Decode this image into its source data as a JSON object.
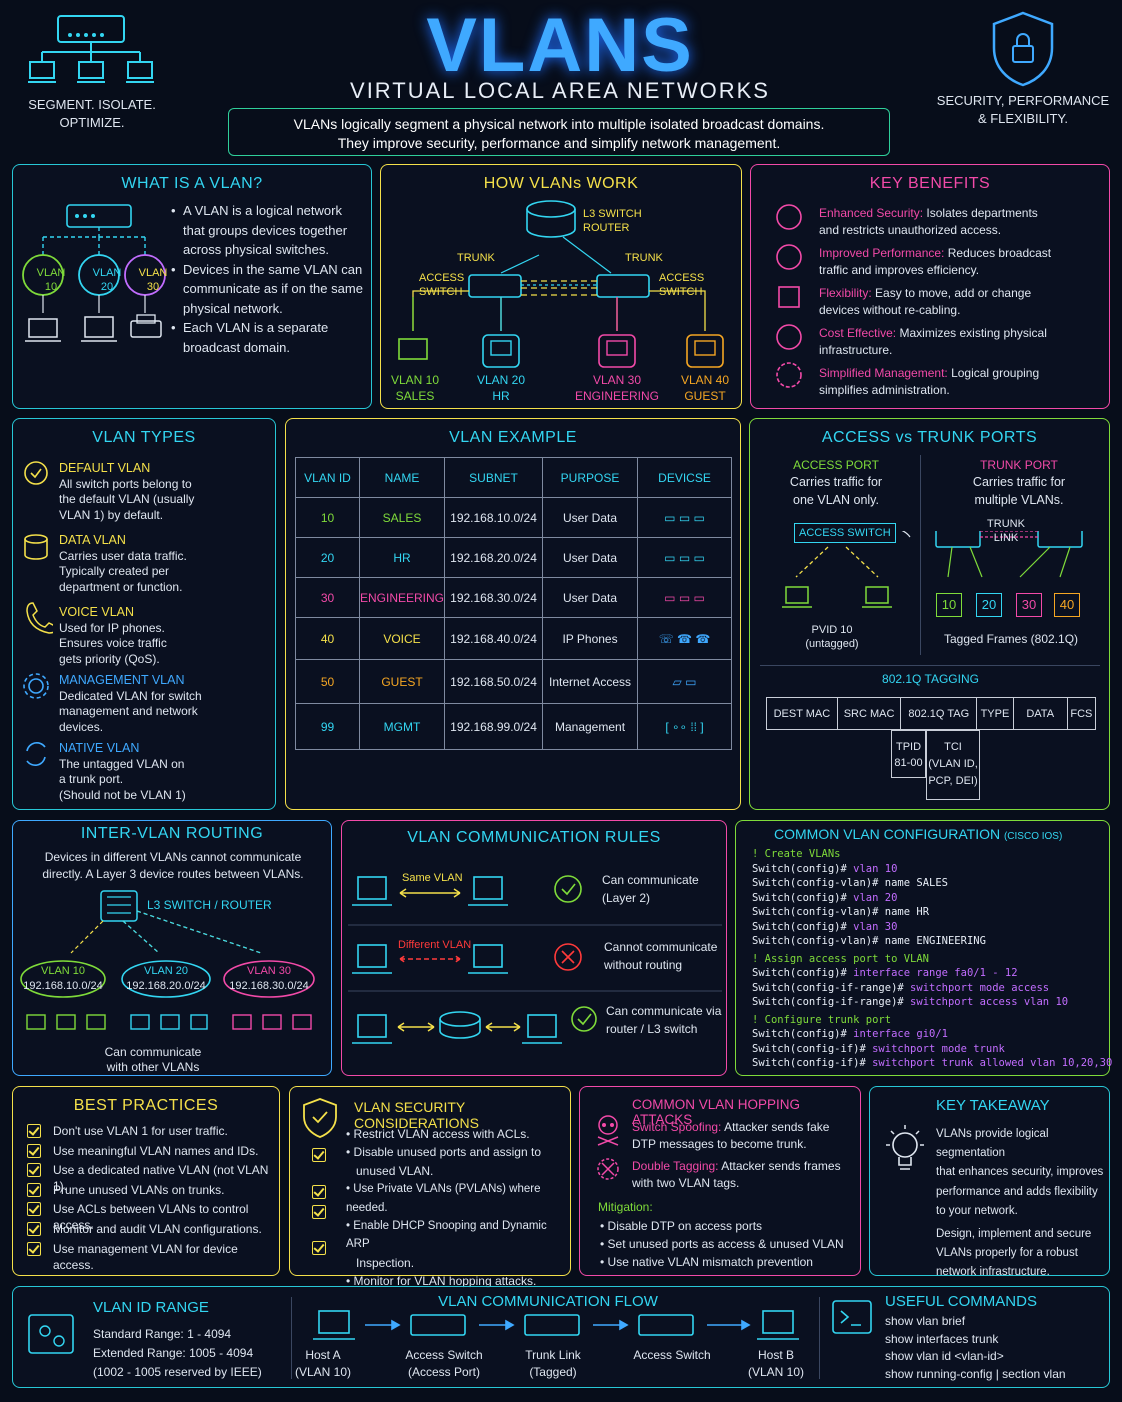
{
  "header": {
    "title": "VLANS",
    "subtitle": "VIRTUAL LOCAL AREA NETWORKS",
    "intro_line1": "VLANs logically segment a physical network into multiple isolated broadcast domains.",
    "intro_line2": "They improve security, performance and simplify network management.",
    "left_tag_line1": "SEGMENT. ISOLATE.",
    "left_tag_line2": "OPTIMIZE.",
    "right_tag_line1": "SECURITY, PERFORMANCE",
    "right_tag_line2": "& FLEXIBILITY."
  },
  "what": {
    "title": "WHAT IS A VLAN?",
    "vlans": [
      {
        "label": "VLAN",
        "num": "10"
      },
      {
        "label": "VLAN",
        "num": "20"
      },
      {
        "label": "VLAN",
        "num": "30"
      }
    ],
    "bullets": [
      "A VLAN is a logical network that groups devices together across physical switches.",
      "Devices in the same VLAN can communicate as if on the same physical network.",
      "Each VLAN is a separate broadcast domain."
    ]
  },
  "how": {
    "title": "HOW VLANs WORK",
    "router_line1": "L3 SWITCH",
    "router_line2": "ROUTER",
    "trunk": "TRUNK",
    "access_line1": "ACCESS",
    "access_line2": "SWITCH",
    "vlans": [
      {
        "a": "VLAN 10",
        "b": "SALES"
      },
      {
        "a": "VLAN 20",
        "b": "HR"
      },
      {
        "a": "VLAN 30",
        "b": "ENGINEERING"
      },
      {
        "a": "VLAN 40",
        "b": "GUEST"
      }
    ]
  },
  "benefits": {
    "title": "KEY BENEFITS",
    "items": [
      {
        "head": "Enhanced Security:",
        "l1": " Isolates departments",
        "l2": "and restricts unauthorized access."
      },
      {
        "head": "Improved Performance:",
        "l1": " Reduces broadcast",
        "l2": "traffic and improves efficiency."
      },
      {
        "head": "Flexibility:",
        "l1": " Easy to move, add or change",
        "l2": "devices without re-cabling."
      },
      {
        "head": "Cost Effective:",
        "l1": " Maximizes existing physical",
        "l2": "infrastructure."
      },
      {
        "head": "Simplified Management:",
        "l1": " Logical grouping",
        "l2": "simplifies administration."
      }
    ]
  },
  "types": {
    "title": "VLAN TYPES",
    "items": [
      {
        "name": "DEFAULT VLAN",
        "lines": [
          "All switch ports belong to",
          "the default VLAN (usually",
          "VLAN 1) by default."
        ]
      },
      {
        "name": "DATA VLAN",
        "lines": [
          "Carries user data traffic.",
          "Typically created per",
          "department or function."
        ]
      },
      {
        "name": "VOICE VLAN",
        "lines": [
          "Used for IP phones.",
          "Ensures voice traffic",
          "gets priority (QoS)."
        ]
      },
      {
        "name": "MANAGEMENT VLAN",
        "lines": [
          "Dedicated VLAN for switch",
          "management and network",
          "devices."
        ]
      },
      {
        "name": "NATIVE VLAN",
        "lines": [
          "The untagged VLAN on",
          "a trunk port.",
          "(Should not be VLAN 1)"
        ]
      }
    ]
  },
  "example": {
    "title": "VLAN EXAMPLE",
    "headers": [
      "VLAN ID",
      "NAME",
      "SUBNET",
      "PURPOSE",
      "DEVICSE"
    ],
    "rows": [
      {
        "id": "10",
        "name": "SALES",
        "subnet": "192.168.10.0/24",
        "purpose": "User Data"
      },
      {
        "id": "20",
        "name": "HR",
        "subnet": "192.168.20.0/24",
        "purpose": "User Data"
      },
      {
        "id": "30",
        "name": "ENGINEERING",
        "subnet": "192.168.30.0/24",
        "purpose": "User Data"
      },
      {
        "id": "40",
        "name": "VOICE",
        "subnet": "192.168.40.0/24",
        "purpose": "IP Phones"
      },
      {
        "id": "50",
        "name": "GUEST",
        "subnet": "192.168.50.0/24",
        "purpose": "Internet Access"
      },
      {
        "id": "99",
        "name": "MGMT",
        "subnet": "192.168.99.0/24",
        "purpose": "Management"
      }
    ]
  },
  "ports": {
    "title": "ACCESS vs TRUNK PORTS",
    "access_title": "ACCESS PORT",
    "access_l1": "Carries traffic for",
    "access_l2": "one VLAN only.",
    "trunk_title": "TRUNK PORT",
    "trunk_l1": "Carries traffic for",
    "trunk_l2": "multiple VLANs.",
    "access_switch": "ACCESS SWITCH",
    "trunk_link_l1": "TRUNK",
    "trunk_link_l2": "LINK",
    "pvid_l1": "PVID 10",
    "pvid_l2": "(untagged)",
    "tags": [
      "10",
      "20",
      "30",
      "40"
    ],
    "tagged": "Tagged Frames (802.1Q)",
    "tagging_title": "802.1Q TAGGING",
    "fields": [
      "DEST MAC",
      "SRC MAC",
      "802.1Q TAG",
      "TYPE",
      "DATA",
      "FCS"
    ],
    "tpid_l1": "TPID",
    "tpid_l2": "81-00",
    "tci_l1": "TCI",
    "tci_l2": "(VLAN ID,",
    "tci_l3": "PCP, DEI)"
  },
  "inter": {
    "title": "INTER-VLAN ROUTING",
    "desc1": "Devices in different VLANs cannot communicate",
    "desc2": "directly. A Layer 3 device routes between VLANs.",
    "router": "L3 SWITCH / ROUTER",
    "vlans": [
      {
        "a": "VLAN 10",
        "b": "192.168.10.0/24"
      },
      {
        "a": "VLAN 20",
        "b": "192.168.20.0/24"
      },
      {
        "a": "VLAN 30",
        "b": "192.168.30.0/24"
      }
    ],
    "foot1": "Can communicate",
    "foot2": "with other VLANs"
  },
  "rules": {
    "title": "VLAN COMMUNICATION RULES",
    "same": "Same VLAN",
    "r1a": "Can communicate",
    "r1b": "(Layer 2)",
    "diff": "Different VLAN",
    "r2a": "Cannot communicate",
    "r2b": "without routing",
    "r3a": "Can communicate via",
    "r3b": "router / L3 switch"
  },
  "config": {
    "title": "COMMON VLAN CONFIGURATION",
    "title_suffix": "(CISCO IOS)",
    "lines": [
      {
        "c": "! Create VLANs",
        "p": "",
        "k": ""
      },
      {
        "c": "",
        "p": "Switch(config)# ",
        "k": "vlan 10"
      },
      {
        "c": "",
        "p": "Switch(config-vlan)# ",
        "k": "name SALES"
      },
      {
        "c": "",
        "p": "Switch(config)# ",
        "k": "vlan 20"
      },
      {
        "c": "",
        "p": "Switch(config-vlan)# ",
        "k": "name HR"
      },
      {
        "c": "",
        "p": "Switch(config)# ",
        "k": "vlan 30"
      },
      {
        "c": "",
        "p": "Switch(config-vlan)# ",
        "k": "name ENGINEERING"
      },
      {
        "c": "! Assign access port to VLAN",
        "p": "",
        "k": ""
      },
      {
        "c": "",
        "p": "Switch(config)# ",
        "k": "interface range fa0/1 - 12"
      },
      {
        "c": "",
        "p": "Switch(config-if-range)# ",
        "k": "switchport mode access"
      },
      {
        "c": "",
        "p": "Switch(config-if-range)# ",
        "k": "switchport access vlan 10"
      },
      {
        "c": "! Configure trunk port",
        "p": "",
        "k": ""
      },
      {
        "c": "",
        "p": "Switch(config)# ",
        "k": "interface gi0/1"
      },
      {
        "c": "",
        "p": "Switch(config-if)# ",
        "k": "switchport mode trunk"
      },
      {
        "c": "",
        "p": "Switch(config-if)# ",
        "k": "switchport trunk allowed vlan 10,20,30"
      }
    ]
  },
  "best": {
    "title": "BEST PRACTICES",
    "items": [
      "Don't use VLAN 1 for user traffic.",
      "Use meaningful VLAN names and IDs.",
      "Use a dedicated native VLAN (not VLAN 1).",
      "Prune unused VLANs on trunks.",
      "Use ACLs between VLANs to control access.",
      "Monitor and audit VLAN configurations.",
      "Use management VLAN for device access."
    ]
  },
  "security": {
    "title": "VLAN SECURITY CONSIDERATIONS",
    "items": [
      "Restrict VLAN access with ACLs.",
      "Disable unused ports and assign to",
      "unused VLAN.",
      "Use Private VLANs (PVLANs) where needed.",
      "Enable DHCP Snooping and Dynamic ARP",
      "Inspection.",
      "Monitor for VLAN hopping attacks."
    ]
  },
  "attacks": {
    "title": "COMMON VLAN HOPPING ATTACKS",
    "a1h": "Switch Spoofing:",
    "a1a": " Attacker sends fake",
    "a1b": "DTP messages to become trunk.",
    "a2h": "Double Tagging:",
    "a2a": " Attacker sends frames",
    "a2b": "with two VLAN tags.",
    "mit": "Mitigation:",
    "mits": [
      "Disable DTP on access ports",
      "Set unused ports as access & unused VLAN",
      "Use native VLAN mismatch prevention"
    ]
  },
  "takeaway": {
    "title": "KEY TAKEAWAY",
    "p1": [
      "VLANs provide logical segmentation",
      "that enhances security, improves",
      "performance and adds flexibility",
      "to your network."
    ],
    "p2": [
      "Design, implement and secure",
      "VLANs properly for a robust",
      "network infrastructure."
    ]
  },
  "range": {
    "title": "VLAN ID RANGE",
    "l1": "Standard Range: 1 - 4094",
    "l2": "Extended Range: 1005 - 4094",
    "l3": "(1002 - 1005 reserved by IEEE)"
  },
  "flow": {
    "title": "VLAN COMMUNICATION FLOW",
    "steps": [
      {
        "a": "Host A",
        "b": "(VLAN 10)"
      },
      {
        "a": "Access Switch",
        "b": "(Access Port)"
      },
      {
        "a": "Trunk Link",
        "b": "(Tagged)"
      },
      {
        "a": "Access Switch",
        "b": ""
      },
      {
        "a": "Host B",
        "b": "(VLAN 10)"
      }
    ]
  },
  "commands": {
    "title": "USEFUL COMMANDS",
    "items": [
      "show vlan brief",
      "show interfaces trunk",
      "show vlan id <vlan-id>",
      "show running-config | section vlan"
    ]
  },
  "colors": {
    "cyan": "#33d6f2",
    "yellow": "#f4e04a",
    "pink": "#f24aa8",
    "green": "#7fdb3a",
    "orange": "#f5a623",
    "violet": "#c26dff"
  }
}
